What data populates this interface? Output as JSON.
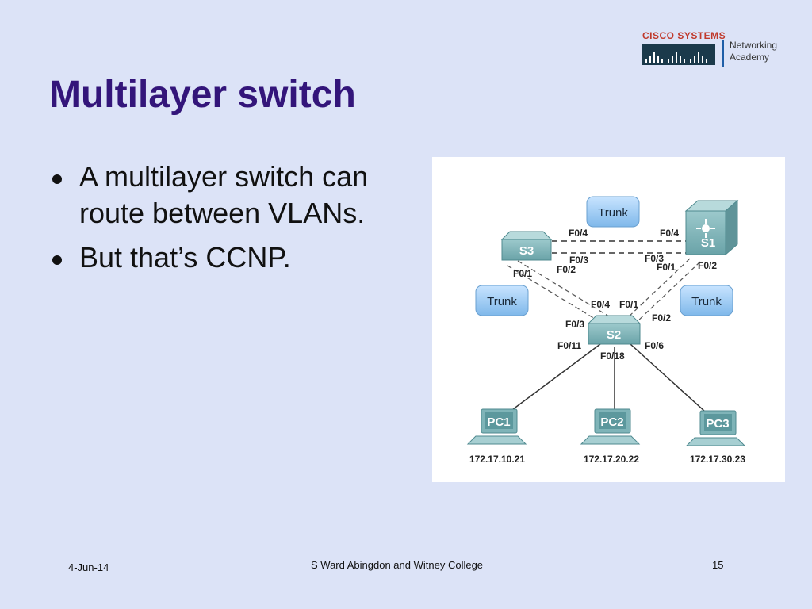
{
  "logo": {
    "brand": "Cisco Systems",
    "academy_line1": "Networking",
    "academy_line2": "Academy"
  },
  "slide": {
    "title": "Multilayer switch",
    "bullets": [
      "A multilayer switch can route between VLANs.",
      "But that’s CCNP."
    ]
  },
  "diagram": {
    "trunks": [
      "Trunk",
      "Trunk",
      "Trunk"
    ],
    "switches": {
      "s1": "S1",
      "s2": "S2",
      "s3": "S3"
    },
    "ports": {
      "s3_f04": "F0/4",
      "s1_f04": "F0/4",
      "s3_f03": "F0/3",
      "s1_f03": "F0/3",
      "s3_f01": "F0/1",
      "s3_f02": "F0/2",
      "s1_f01": "F0/1",
      "s1_f02": "F0/2",
      "s2_f04": "F0/4",
      "s2_f01": "F0/1",
      "s2_f03": "F0/3",
      "s2_f02": "F0/2",
      "s2_f011": "F0/11",
      "s2_f018": "F0/18",
      "s2_f06": "F0/6"
    },
    "pcs": [
      {
        "name": "PC1",
        "ip": "172.17.10.21"
      },
      {
        "name": "PC2",
        "ip": "172.17.20.22"
      },
      {
        "name": "PC3",
        "ip": "172.17.30.23"
      }
    ]
  },
  "footer": {
    "date": "4-Jun-14",
    "author": "S Ward  Abingdon and Witney College",
    "page": "15"
  }
}
